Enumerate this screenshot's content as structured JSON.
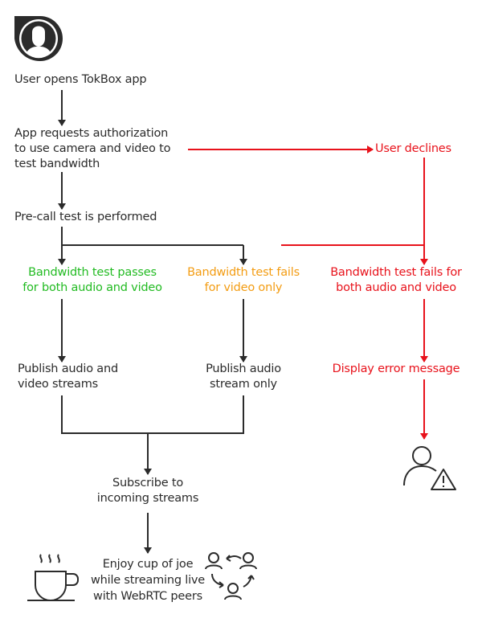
{
  "colors": {
    "text": "#2b2b2b",
    "success": "#22bb22",
    "warning": "#f39c12",
    "error": "#e8121b"
  },
  "nodes": {
    "start": {
      "icon": "user-avatar-icon",
      "label": "User opens TokBox app"
    },
    "auth": {
      "lines": [
        "App requests authorization",
        "to use camera and video to",
        "test bandwidth"
      ]
    },
    "declines": {
      "label": "User declines"
    },
    "precall": {
      "label": "Pre-call test is performed"
    },
    "pass": {
      "lines": [
        "Bandwidth test passes",
        "for both audio and video"
      ]
    },
    "fail_video": {
      "lines": [
        "Bandwidth test fails",
        "for video only"
      ]
    },
    "fail_both": {
      "lines": [
        "Bandwidth test fails for",
        "both audio and video"
      ]
    },
    "publish_av": {
      "lines": [
        "Publish audio and",
        "video streams"
      ]
    },
    "publish_audio": {
      "lines": [
        "Publish audio",
        "stream only"
      ]
    },
    "error": {
      "label": "Display error message",
      "icon": "user-warning-icon"
    },
    "subscribe": {
      "lines": [
        "Subscribe to",
        "incoming streams"
      ]
    },
    "enjoy": {
      "lines": [
        "Enjoy cup of joe",
        "while streaming live",
        "with WebRTC peers"
      ],
      "left_icon": "coffee-cup-icon",
      "right_icon": "peers-network-icon"
    }
  }
}
